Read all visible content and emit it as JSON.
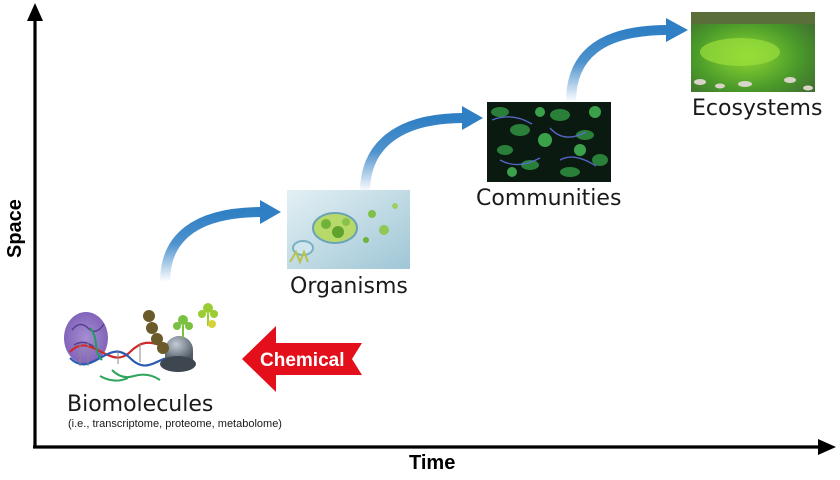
{
  "axes": {
    "y_label": "Space",
    "x_label": "Time"
  },
  "stages": [
    {
      "label": "Biomolecules",
      "sublabel": "(i.e., transcriptome, proteome, metabolome)"
    },
    {
      "label": "Organisms"
    },
    {
      "label": "Communities"
    },
    {
      "label": "Ecosystems"
    }
  ],
  "chemical_arrow": {
    "label": "Chemical",
    "color": "#e3101b"
  },
  "colors": {
    "progress_arrow": "#2f7fc4",
    "axis": "#000000"
  },
  "icons": [
    "protein-icon",
    "dna-strand-icon",
    "ribosome-icon",
    "metabolite-icon",
    "microscopy-organism-image",
    "fluorescence-community-image",
    "river-ecosystem-image"
  ]
}
